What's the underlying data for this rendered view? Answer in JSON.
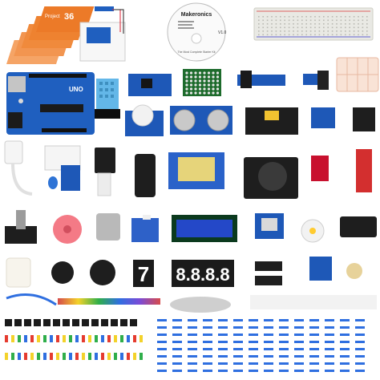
{
  "booklet": {
    "project_text": "Project",
    "number": "36"
  },
  "cd": {
    "brand": "Makeronics",
    "version": "V1.0",
    "tagline": "The Most Complete Starter Kit"
  },
  "uno_board": {
    "label": "UNO"
  },
  "seven_segment": {
    "single": "7",
    "four_digit": "8.8.8.8"
  },
  "colors": {
    "pcb_blue": "#1f5fbf",
    "breadboard": "#e9e9e4",
    "booklet_orange": "#f08a3c",
    "fan_pink": "#f47a86",
    "lcd_blue": "#2448c8",
    "led_red": "#e53b2f",
    "led_yellow": "#f3d22a",
    "led_green": "#2fae4a",
    "led_blue": "#2f6fe0"
  }
}
